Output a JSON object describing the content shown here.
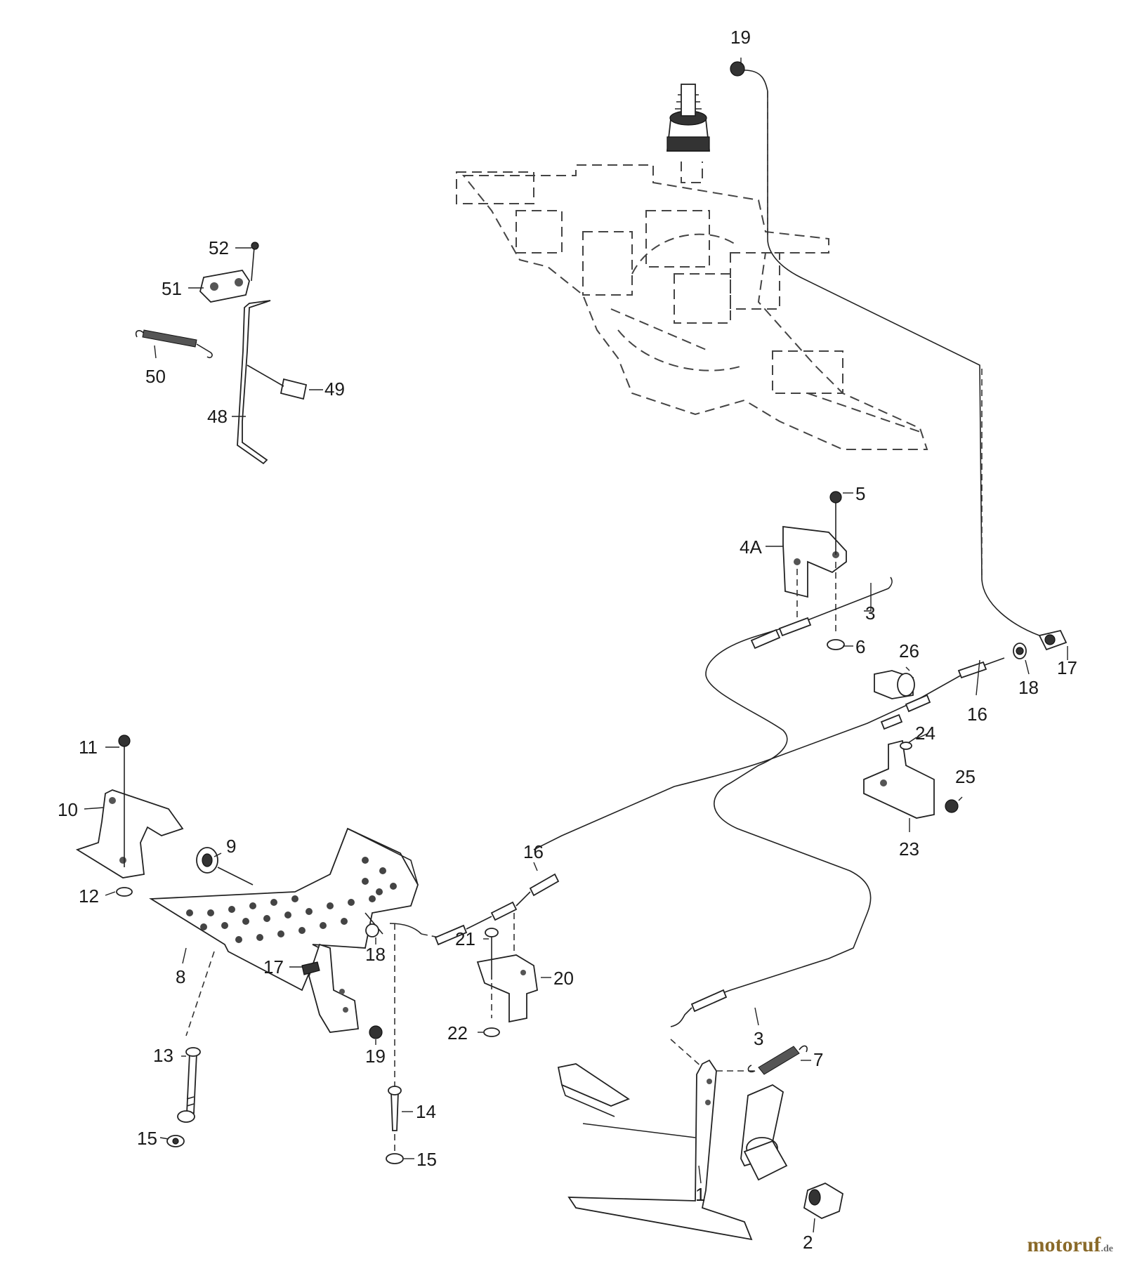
{
  "diagram": {
    "labels": [
      "19",
      "52",
      "51",
      "50",
      "49",
      "48",
      "5",
      "4A",
      "3",
      "6",
      "26",
      "17",
      "18",
      "16",
      "24",
      "25",
      "23",
      "11",
      "10",
      "9",
      "12",
      "8",
      "16",
      "21",
      "20",
      "17",
      "18",
      "22",
      "19",
      "3",
      "13",
      "14",
      "15",
      "15",
      "7",
      "1",
      "2"
    ]
  },
  "watermark": {
    "text": "motoruf",
    "suffix": ".de",
    "color": "#8a6a2a"
  }
}
